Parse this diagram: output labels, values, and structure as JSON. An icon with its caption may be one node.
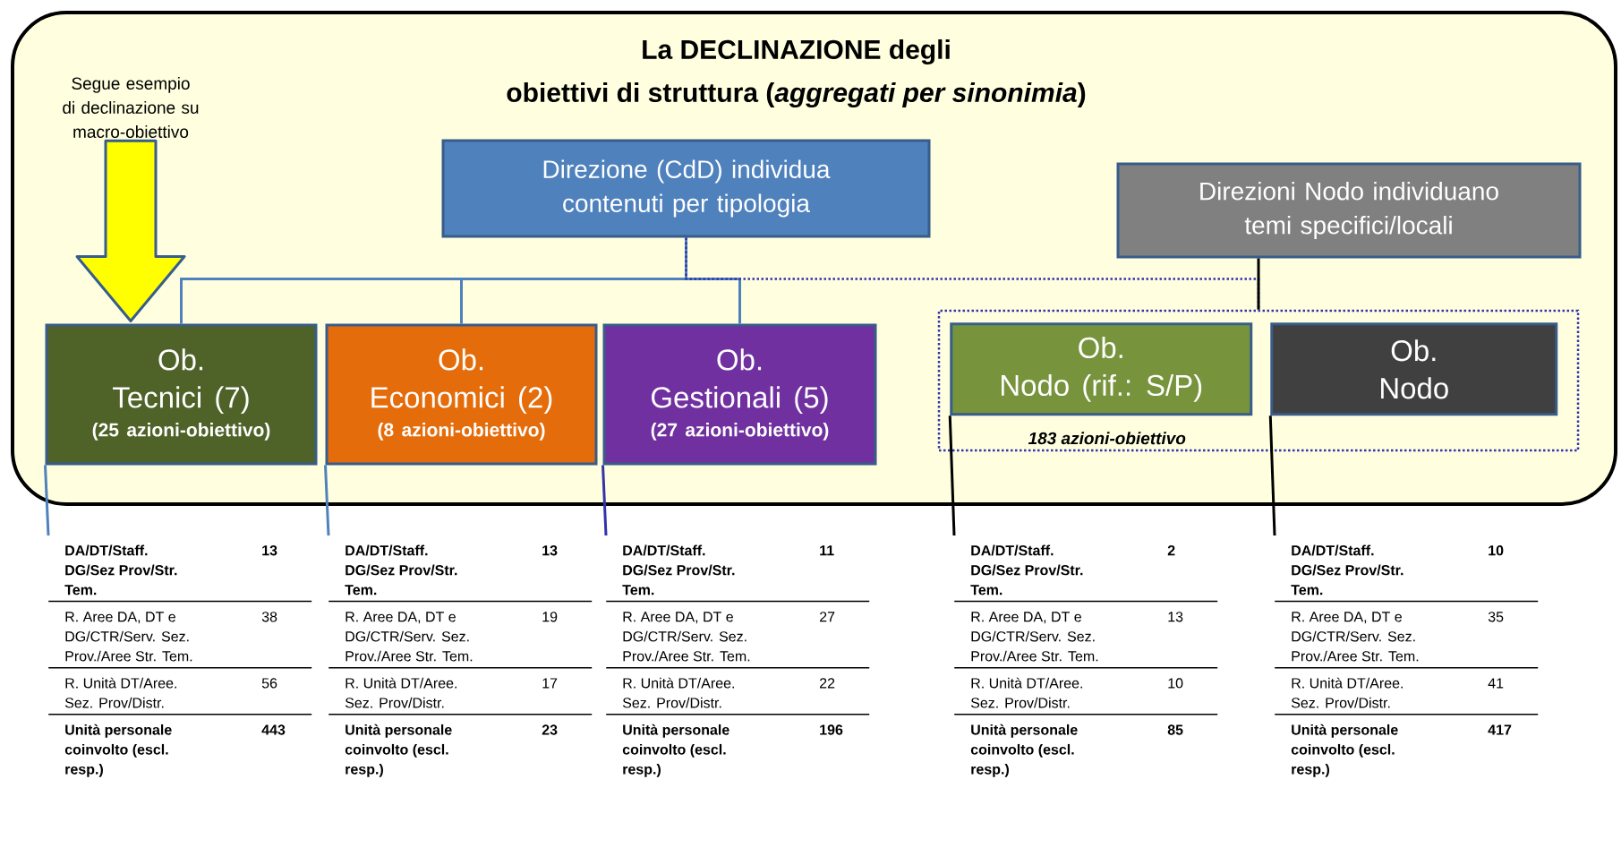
{
  "diagram": {
    "nodes": [
      {
        "text": [
          "La DECLINAZIONE degli",
          "obiettivi di struttura (*aggregati per sinonimia*)"
        ]
      },
      {
        "text": [
          "Direzione (CdD) individua contenuti per tipologia"
        ],
        "in": 0
      },
      {
        "text": [
          "Direzioni Nodo individuano temi specifici/locali"
        ],
        "in": 0
      },
      {
        "text": [
          "Segue esempio di declinazione su macro-obiettivo"
        ],
        "in": 0
      },
      {
        "text": [
          "Ob.",
          "Tecnici (7)",
          "(25 azioni-obiettivo)"
        ],
        "in": 0
      },
      {
        "text": [
          "Ob.",
          "Economici (2)",
          "(8 azioni-obiettivo)"
        ],
        "in": 0
      },
      {
        "text": [
          "Ob.",
          "Gestionali (5)",
          "(27 azioni-obiettivo)"
        ],
        "in": 0
      },
      {
        "text": [
          "183 azioni-obiettivo"
        ],
        "in": 0
      },
      {
        "text": [
          "Ob.",
          "Nodo (rif.: S/P)"
        ],
        "in": 7
      },
      {
        "text": [
          "Ob.",
          "Nodo"
        ],
        "in": 7
      },
      {
        "text": [
          "DA/DT/Staff. DG/Sez Prov/Str. Tem.",
          "13",
          "R. Aree DA, DT e DG/CTR/Serv. Sez. Prov./Aree Str. Tem.",
          "38",
          "R. Unità DT/Aree. Sez. Prov/Distr.",
          "56",
          "Unità personale coinvolto (escl. resp.)",
          "443"
        ]
      },
      {
        "text": [
          "DA/DT/Staff. DG/Sez Prov/Str. Tem.",
          "13",
          "R. Aree DA, DT e DG/CTR/Serv. Sez. Prov./Aree Str. Tem.",
          "19",
          "R. Unità DT/Aree. Sez. Prov/Distr.",
          "17",
          "Unità personale coinvolto (escl. resp.)",
          "23"
        ]
      },
      {
        "text": [
          "DA/DT/Staff. DG/Sez Prov/Str. Tem.",
          "11",
          "R. Aree DA, DT e DG/CTR/Serv. Sez. Prov./Aree Str. Tem.",
          "27",
          "R. Unità DT/Aree. Sez. Prov/Distr.",
          "22",
          "Unità personale coinvolto (escl. resp.)",
          "196"
        ]
      },
      {
        "text": [
          "DA/DT/Staff. DG/Sez Prov/Str. Tem.",
          "2",
          "R. Aree DA, DT e DG/CTR/Serv. Sez. Prov./Aree Str. Tem.",
          "13",
          "R. Unità DT/Aree. Sez. Prov/Distr.",
          "10",
          "Unità personale coinvolto (escl. resp.)",
          "85"
        ]
      },
      {
        "text": [
          "DA/DT/Staff. DG/Sez Prov/Str. Tem.",
          "10",
          "R. Aree DA, DT e DG/CTR/Serv. Sez. Prov./Aree Str. Tem.",
          "35",
          "R. Unità DT/Aree. Sez. Prov/Distr.",
          "41",
          "Unità personale coinvolto (escl. resp.)",
          "417"
        ]
      }
    ],
    "edges": [
      {
        "from": 1,
        "to": 4,
        "arrow": "none"
      },
      {
        "from": 1,
        "to": 5,
        "arrow": "none"
      },
      {
        "from": 1,
        "to": 6,
        "arrow": "none"
      },
      {
        "from": 1,
        "to": 7,
        "arrow": "none",
        "style": "dashed",
        "color": "#3333aa"
      },
      {
        "from": 2,
        "to": 7,
        "arrow": "none",
        "color": "#000000"
      },
      {
        "from": 3,
        "to": 4,
        "arrow": "to",
        "style": "thick",
        "color": "#ffff00"
      },
      {
        "from": 4,
        "to": 10,
        "arrow": "none"
      },
      {
        "from": 5,
        "to": 11,
        "arrow": "none"
      },
      {
        "from": 6,
        "to": 12,
        "arrow": "none",
        "color": "#3333aa"
      },
      {
        "from": 8,
        "to": 13,
        "arrow": "none",
        "color": "#000000"
      },
      {
        "from": 9,
        "to": 14,
        "arrow": "none",
        "color": "#000000"
      }
    ]
  }
}
